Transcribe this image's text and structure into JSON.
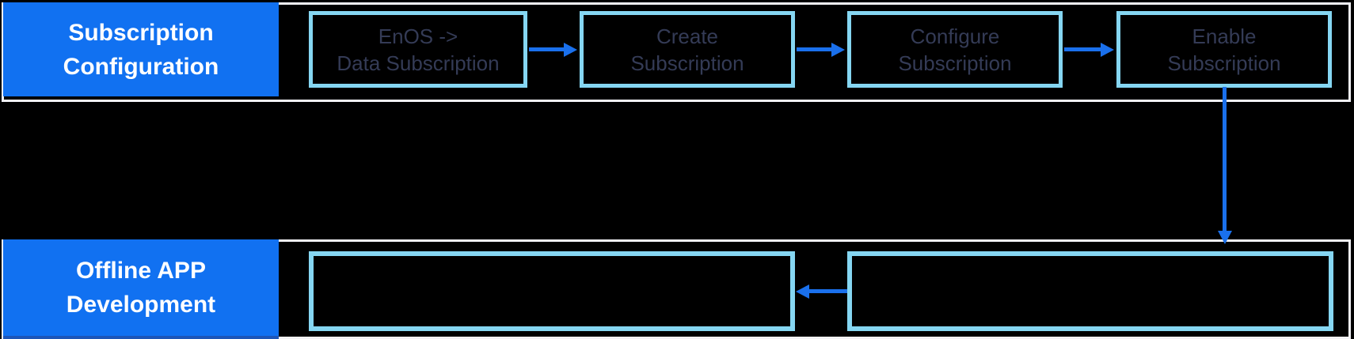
{
  "lanes": [
    {
      "name_line1": "Subscription",
      "name_line2": "Configuration",
      "steps": [
        {
          "line1": "EnOS ->",
          "line2": "Data Subscription"
        },
        {
          "line1": "Create",
          "line2": "Subscription"
        },
        {
          "line1": "Configure",
          "line2": "Subscription"
        },
        {
          "line1": "Enable",
          "line2": "Subscription"
        }
      ]
    },
    {
      "name_line1": "Offline APP",
      "name_line2": "Development",
      "steps": [
        {
          "note": "empty box"
        },
        {
          "note": "empty box"
        }
      ]
    }
  ],
  "colors": {
    "background": "#000000",
    "lane_border": "#f2f2f7",
    "lane_label_bg": "#1171f1",
    "lane_label_bottom_strip": "#1d56b8",
    "lane_label_text": "#ffffff",
    "step_border": "#85d6f2",
    "step_text": "#343b56",
    "arrow": "#1a70ec"
  }
}
